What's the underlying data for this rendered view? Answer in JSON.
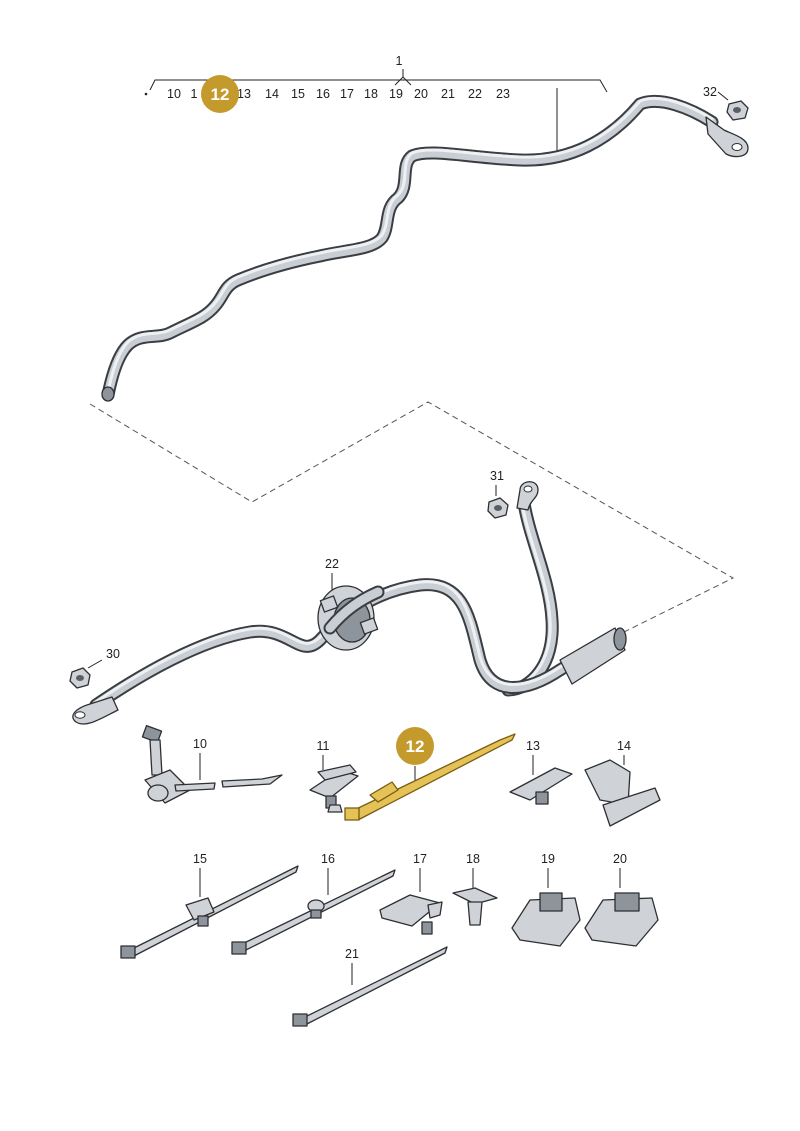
{
  "callouts": {
    "main": "1",
    "group": [
      "10",
      "1",
      "13",
      "14",
      "15",
      "16",
      "17",
      "18",
      "19",
      "20",
      "21",
      "22",
      "23"
    ],
    "n32": "32",
    "n31": "31",
    "n22": "22",
    "n30": "30",
    "n10": "10",
    "n11": "11",
    "n13": "13",
    "n14": "14",
    "n15": "15",
    "n16": "16",
    "n17": "17",
    "n18": "18",
    "n19": "19",
    "n20": "20",
    "n21": "21"
  },
  "highlight": {
    "part_number": "12",
    "color": "#c49a2c",
    "part_color": "#e4c257"
  }
}
